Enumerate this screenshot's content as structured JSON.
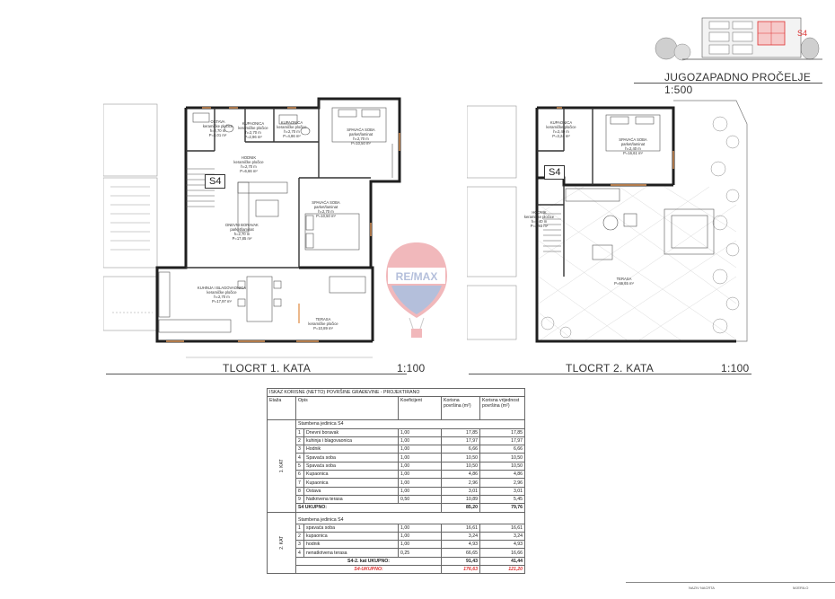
{
  "elevation": {
    "title": "JUGOZAPADNO PROČELJE 1:500",
    "badge": "S4"
  },
  "plan1": {
    "title": "TLOCRT 1. KATA",
    "scale": "1:100",
    "badge": "S4",
    "rooms": [
      {
        "name": "OSTAVA",
        "text": "OSTAVA\nkeramičke pločice\nh=2,70 m\nP=3,01 m²"
      },
      {
        "name": "KUPAONICA",
        "text": "KUPAONICA\nkeramičke pločice\nh=2,70 m\nP=2,96 m²"
      },
      {
        "name": "KUPAONICA",
        "text": "KUPAONICA\nkeramičke pločice\nh=2,70 m\nP=4,86 m²"
      },
      {
        "name": "SPAVAĆA SOBA",
        "text": "SPAVAĆA SOBA\nparket/laminat\nh=2,70 m\nP=10,50 m²"
      },
      {
        "name": "HODNIK",
        "text": "HODNIK\nkeramičke pločice\nh=2,70 m\nP=6,66 m²"
      },
      {
        "name": "DNEVNI BORAVAK",
        "text": "DNEVNI BORAVAK\nparket/laminat\nh=2,70 m\nP=17,85 m²"
      },
      {
        "name": "SPAVAĆA SOBA",
        "text": "SPAVAĆA SOBA\nparket/laminat\nh=2,70 m\nP=10,50 m²"
      },
      {
        "name": "KUHINJA I BLAGOVAONICA",
        "text": "KUHINJA I BLAGOVAONICA\nkeramičke pločice\nh=2,70 m\nP=17,97 m²"
      },
      {
        "name": "TERASA",
        "text": "TERASA\nkeramičke pločice\nP=10,89 m²"
      }
    ]
  },
  "plan2": {
    "title": "TLOCRT 2. KATA",
    "scale": "1:100",
    "badge": "S4",
    "rooms": [
      {
        "name": "KUPAONICA",
        "text": "KUPAONICA\nkeramičke pločice\nh=2,40 m\nP=3,24 m²"
      },
      {
        "name": "SPAVAĆA SOBA",
        "text": "SPAVAĆA SOBA\nparket/laminat\nh=2,40 m\nP=16,61 m²"
      },
      {
        "name": "HODNIK",
        "text": "HODNIK\nkeramičke pločice\nh=2,40 m\nP=4,93 m²"
      },
      {
        "name": "TERASA",
        "text": "TERASA\nP=66,65 m²"
      }
    ]
  },
  "watermark": {
    "brand": "RE/MAX"
  },
  "table": {
    "caption": "ISKAZ KORISNE (NETTO) POVRŠINE GRAĐEVINE - PROJEKTIRANO",
    "headers": [
      "Etaža",
      "Opis",
      "Koeficijent",
      "Korisna površina (m²)",
      "Korisna vrijednost površina (m²)"
    ],
    "floor1": {
      "label": "1. KAT",
      "unit": "Stambena jedinica S4",
      "rows": [
        [
          "1",
          "Dnevni boravak",
          "1,00",
          "17,85",
          "17,85"
        ],
        [
          "2",
          "kuhinja i blagovaonica",
          "1,00",
          "17,97",
          "17,97"
        ],
        [
          "3",
          "Hodnik",
          "1,00",
          "6,66",
          "6,66"
        ],
        [
          "4",
          "Spavaća soba",
          "1,00",
          "10,50",
          "10,50"
        ],
        [
          "5",
          "Spavaća soba",
          "1,00",
          "10,50",
          "10,50"
        ],
        [
          "6",
          "Kupaonica",
          "1,00",
          "4,86",
          "4,86"
        ],
        [
          "7",
          "Kupaonica",
          "1,00",
          "2,96",
          "2,96"
        ],
        [
          "8",
          "Ostava",
          "1,00",
          "3,01",
          "3,01"
        ],
        [
          "9",
          "Natkrivena terasa",
          "0,50",
          "10,89",
          "5,45"
        ]
      ],
      "total_label": "S4 UKUPNO:",
      "total_area": "85,20",
      "total_value": "79,76"
    },
    "floor2": {
      "label": "2. KAT",
      "unit": "Stambena jedinica S4",
      "rows": [
        [
          "1",
          "spavaća soba",
          "1,00",
          "16,61",
          "16,61"
        ],
        [
          "2",
          "kupaonica",
          "1,00",
          "3,24",
          "3,24"
        ],
        [
          "3",
          "hodnik",
          "1,00",
          "4,93",
          "4,93"
        ],
        [
          "4",
          "nenatkrivena terasa",
          "0,25",
          "66,65",
          "16,66"
        ]
      ],
      "total_label": "S4-2. kat UKUPNO:",
      "total_area": "91,43",
      "total_value": "41,44"
    },
    "grand": {
      "label": "S4-UKUPNO:",
      "area": "176,63",
      "value": "121,20"
    }
  },
  "footer": {
    "left": "NAZIV NACRTA",
    "right": "MJERILO"
  },
  "colors": {
    "wall": "#1f1f1f",
    "accent": "#d33",
    "remax_red": "#d9363e",
    "remax_blue": "#2b4a9a"
  }
}
